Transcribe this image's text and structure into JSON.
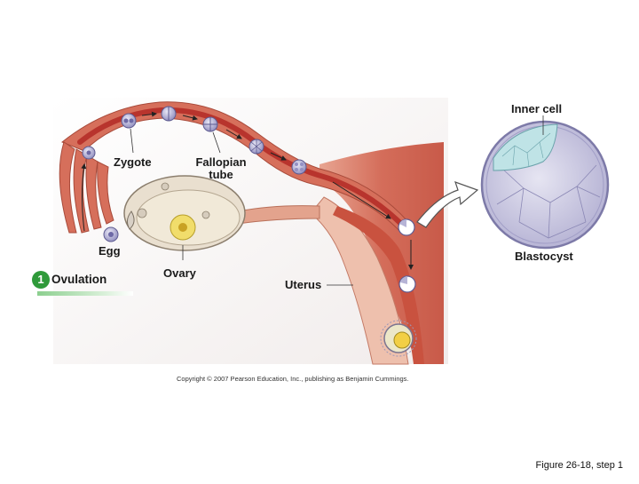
{
  "labels": {
    "zygote": "Zygote",
    "fallopian_line1": "Fallopian",
    "fallopian_line2": "tube",
    "egg": "Egg",
    "ovary": "Ovary",
    "uterus": "Uterus",
    "inner_cell": "Inner  cell",
    "blastocyst": "Blastocyst"
  },
  "step": {
    "number": "1",
    "label": "Ovulation"
  },
  "copyright": "Copyright © 2007 Pearson Education, Inc., publishing as Benjamin Cummings.",
  "caption": "Figure 26-18, step 1",
  "colors": {
    "tissue": "#d9735f",
    "tissue_light": "#eeb8a4",
    "tube_lumen": "#b83a33",
    "ovary": "#e9dfcf",
    "cell": "#b6b4d6",
    "blastocyst": "#c8c6e0",
    "inner_mass": "#bfe3e6",
    "step_green": "#2f9a3a"
  }
}
